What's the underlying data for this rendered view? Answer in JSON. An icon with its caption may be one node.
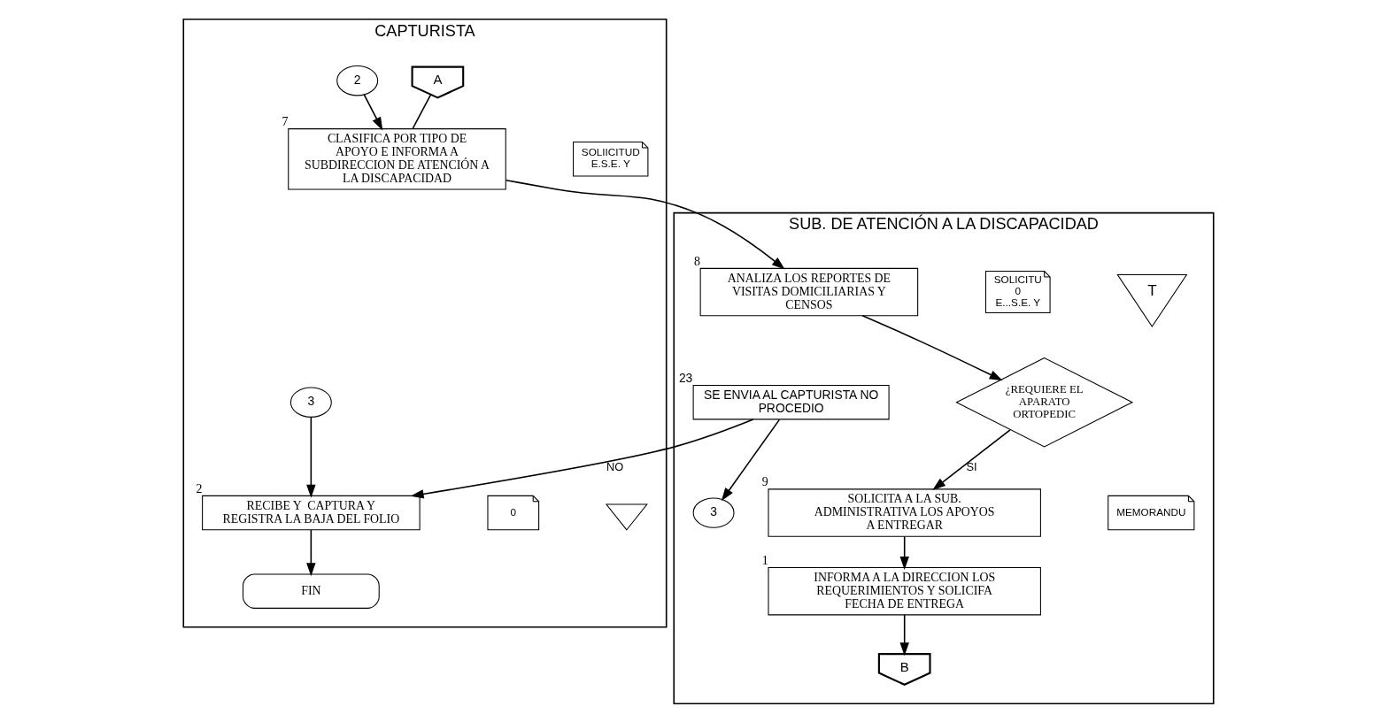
{
  "diagram": {
    "nodes": [
      {
        "text": [
          "CAPTURISTA"
        ]
      },
      {
        "text": [
          "SUB. DE ATENCIÓN A LA DISCAPACIDAD"
        ]
      },
      {
        "text": [
          "A"
        ],
        "in": 0
      },
      {
        "text": [
          "2"
        ],
        "in": 0
      },
      {
        "text": [
          "CLASIFICA POR TIPO DE APOYO E INFORMA A SUBDIRECCION DE ATENCIÓN A LA DISCAPACIDAD"
        ],
        "beside": [
          "7"
        ],
        "in": 0
      },
      {
        "text": [
          "SOLIICITUD",
          "E.S.E. Y"
        ],
        "in": 0
      },
      {
        "text": [
          "3"
        ],
        "in": 0
      },
      {
        "text": [
          "RECIBE Y  CAPTURA Y REGISTRA LA BAJA DEL FOLIO"
        ],
        "beside": [
          "2"
        ],
        "in": 0
      },
      {
        "text": [
          "0"
        ],
        "in": 0
      },
      {
        "text": [],
        "shape": "triangle",
        "in": 0
      },
      {
        "text": [
          "FIN"
        ],
        "in": 0
      },
      {
        "text": [
          "ANALIZA LOS REPORTES DE VISITAS DOMICILIARIAS Y CENSOS"
        ],
        "beside": [
          "8"
        ],
        "in": 1
      },
      {
        "text": [
          "SOLICITU",
          "0",
          "E...S.E. Y"
        ],
        "in": 1
      },
      {
        "text": [
          "T"
        ],
        "in": 1
      },
      {
        "text": [
          "¿REQUIERE EL APARATO ORTOPEDIC"
        ],
        "in": 1
      },
      {
        "text": [
          "SE ENVIA AL CAPTURISTA NO PROCEDIO"
        ],
        "beside": [
          "23"
        ],
        "in": 1
      },
      {
        "text": [
          "3"
        ],
        "in": 1
      },
      {
        "text": [
          "SOLICITA A LA SUB. ADMINISTRATIVA LOS APOYOS A ENTREGAR"
        ],
        "beside": [
          "9"
        ],
        "in": 1
      },
      {
        "text": [
          "MEMORANDU"
        ],
        "in": 1
      },
      {
        "text": [
          "INFORMA A LA DIRECCION LOS REQUERIMIENTOS Y SOLICIFA FECHA DE ENTREGA"
        ],
        "beside": [
          "1"
        ],
        "in": 1
      },
      {
        "text": [
          "B"
        ],
        "in": 1
      }
    ],
    "edges": [
      {
        "from": 2,
        "to": 4,
        "arrow": "none"
      },
      {
        "from": 3,
        "to": 4,
        "arrow": "to"
      },
      {
        "from": 4,
        "to": 11,
        "arrow": "to"
      },
      {
        "from": 6,
        "to": 7,
        "arrow": "to"
      },
      {
        "from": 15,
        "to": 7,
        "arrow": "to",
        "label": "NO"
      },
      {
        "from": 7,
        "to": 10,
        "arrow": "to"
      },
      {
        "from": 11,
        "to": 14,
        "arrow": "to"
      },
      {
        "from": 14,
        "to": 17,
        "arrow": "to",
        "label": "SI"
      },
      {
        "from": 15,
        "to": 16,
        "arrow": "to"
      },
      {
        "from": 17,
        "to": 19,
        "arrow": "to"
      },
      {
        "from": 19,
        "to": 20,
        "arrow": "to"
      }
    ]
  }
}
